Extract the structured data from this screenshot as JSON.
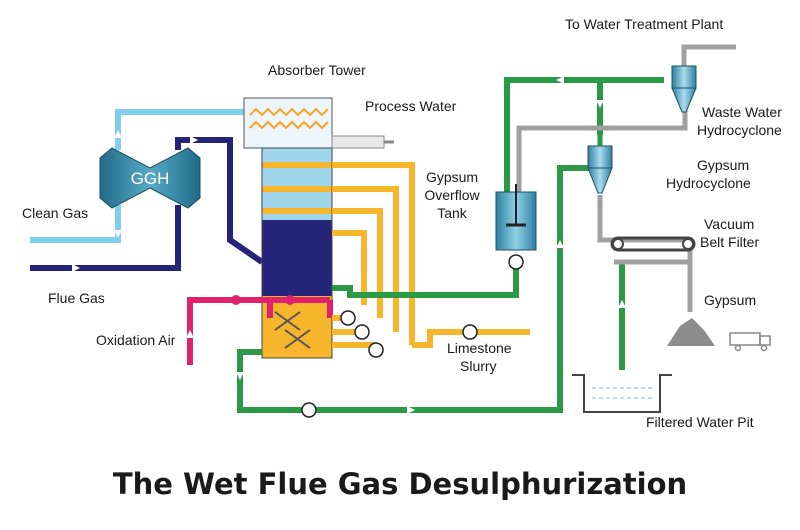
{
  "title": "The Wet Flue Gas Desulphurization",
  "labels": {
    "absorber_tower": "Absorber Tower",
    "process_water": "Process Water",
    "to_water_treatment": "To Water Treatment Plant",
    "waste_water_hc_1": "Waste Water",
    "waste_water_hc_2": "Hydrocyclone",
    "gypsum_hc_1": "Gypsum",
    "gypsum_hc_2": "Hydrocyclone",
    "gypsum_tank_1": "Gypsum",
    "gypsum_tank_2": "Overflow",
    "gypsum_tank_3": "Tank",
    "vacuum_1": "Vacuum",
    "vacuum_2": "Belt Filter",
    "gypsum": "Gypsum",
    "clean_gas": "Clean Gas",
    "flue_gas": "Flue Gas",
    "oxidation_air": "Oxidation Air",
    "limestone_1": "Limestone",
    "limestone_2": "Slurry",
    "filtered_water_pit": "Filtered Water Pit",
    "ggh": "GGH"
  },
  "colors": {
    "clean_gas": "#7fd0ee",
    "flue_gas": "#24247a",
    "slurry": "#f6b52a",
    "water_loop": "#2a9a46",
    "waste_line": "#a0a0a0",
    "oxidation_air": "#e0226e",
    "ggh": "#2f7f9f"
  }
}
